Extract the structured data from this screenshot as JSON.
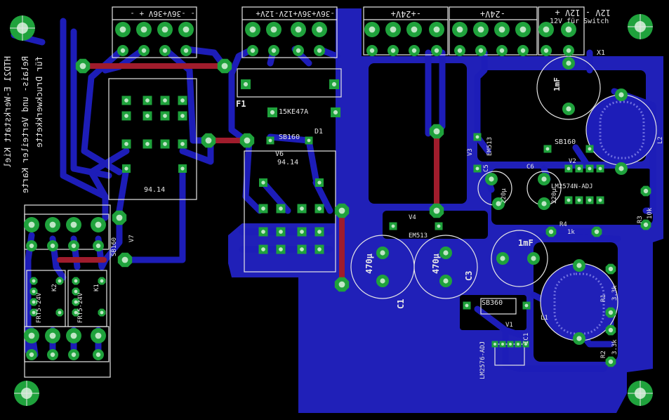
{
  "board_text": {
    "conn_top_left": "- -36V+36V + -",
    "conn_top_mid": "-36V+36V+12V-12V+",
    "conn_top_24": "-+24V+",
    "conn_top_m24": "-24V+",
    "conn_top_12": "12V -  12V +",
    "switch_label": "12V  für Switch",
    "x1": "X1",
    "f1": "F1",
    "d1_value": "15KE47A",
    "d1": "D1",
    "v5_value": "SB160",
    "v6": "V6",
    "relay_1": "94.14",
    "relay_2": "94.14",
    "v3": "V3",
    "v3_value": "EM513",
    "v2_value": "SB160",
    "v2": "V2",
    "c5": "C5",
    "c5_value": "220µ",
    "c6": "C6",
    "c6_value": "220µ",
    "ic_top": "LM2574N-ADJ",
    "r4": "R4",
    "r4_value": "1k",
    "r3": "R3",
    "r3_value": "10k",
    "v4": "V4",
    "v4_value": "EM513",
    "c1": "C1",
    "c1_value": "470µ",
    "c3": "C3",
    "c3_value": "470µ",
    "c4_value": "1mF",
    "c_top_value": "1mF",
    "v7": "V7",
    "v7_value": "SB160",
    "k2": "K2",
    "k2_value": "FRT5-24V",
    "k1": "K1",
    "k1_value": "FRT5-24V",
    "v1_value": "SB360",
    "v1": "V1",
    "ic1": "IC1",
    "ic1_value": "LM2576-ADJ",
    "r1": "R1",
    "r1_value": "3.3k",
    "r2": "R2",
    "r2_value": "3.3k",
    "l2": "L2",
    "l1": "L1",
    "mirror_1": "HTD21 E-Werkstatt Kiel",
    "mirror_2": "Relais- und Verteiler Karte",
    "mirror_3": "für Druckwerkkette"
  },
  "colors": {
    "background": "#000000",
    "copper_bottom": "#1d1db8",
    "copper_fill": "#2020b8",
    "wire_top": "#a01c2c",
    "pad": "#1fa23c",
    "pad_hole": "#bfe6c6",
    "silk": "#e6e6e6"
  }
}
